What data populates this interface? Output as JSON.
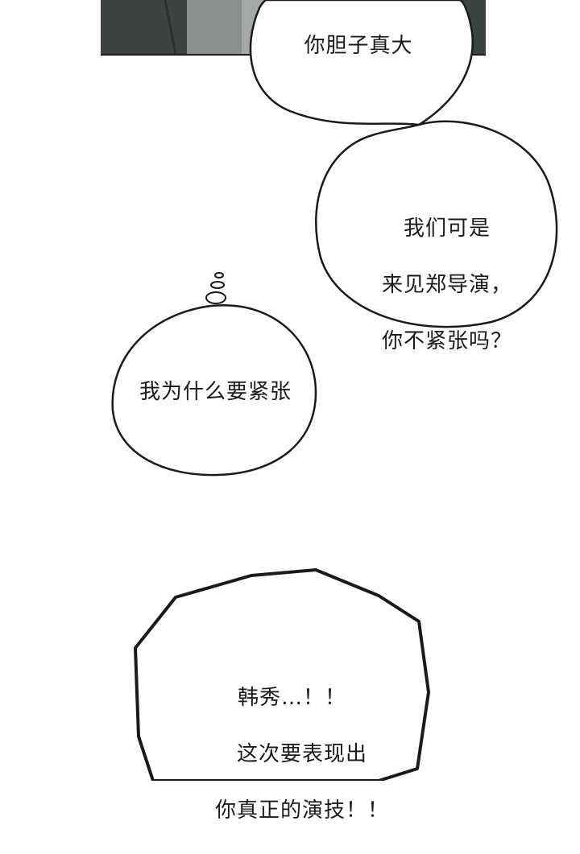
{
  "panel": {
    "colors": {
      "dark": "#3c4442",
      "mid": "#8a8f8d",
      "line": "#1a1a1a",
      "paper": "#ffffff"
    }
  },
  "bubbles": [
    {
      "id": "b1",
      "text": "你胆子真大"
    },
    {
      "id": "b2",
      "lines": [
        "我们可是",
        "来见郑导演，",
        "你不紧张吗？"
      ]
    },
    {
      "id": "b3",
      "text": "我为什么要紧张"
    },
    {
      "id": "b4",
      "lines": [
        "韩秀…！！",
        "这次要表现出",
        "你真正的演技！！"
      ]
    }
  ]
}
